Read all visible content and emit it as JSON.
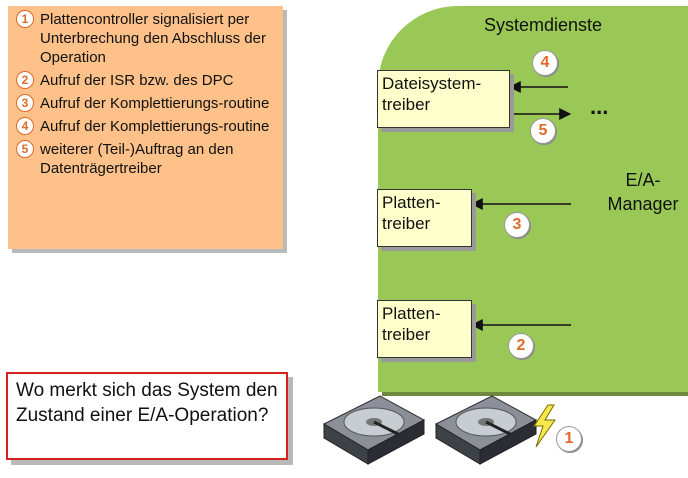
{
  "legend": {
    "items": [
      {
        "num": "1",
        "text": "Plattencontroller signalisiert per Unterbrechung den Abschluss der Operation"
      },
      {
        "num": "2",
        "text": "Aufruf der ISR bzw. des DPC"
      },
      {
        "num": "3",
        "text": "Aufruf der Komplettierungs-routine"
      },
      {
        "num": "4",
        "text": "Aufruf der Komplettierungs-routine"
      },
      {
        "num": "5",
        "text": "weiterer (Teil-)Auftrag an den Datenträgertreiber"
      }
    ]
  },
  "question": "Wo merkt sich das System den Zustand einer E/A-Operation?",
  "system": {
    "title": "Systemdienste",
    "manager_label": "E/A-Manager",
    "dots": "..."
  },
  "drivers": {
    "fs": "Dateisystem-treiber",
    "disk_upper": "Platten-treiber",
    "disk_lower": "Platten-treiber"
  },
  "badges": {
    "b1": "1",
    "b2": "2",
    "b3": "3",
    "b4": "4",
    "b5": "5"
  },
  "colors": {
    "legend_bg": "#fdc189",
    "manager_green": "#9ac857",
    "driver_bg": "#ffffcc",
    "number_orange": "#e06a2c",
    "question_border": "#d4231e"
  }
}
